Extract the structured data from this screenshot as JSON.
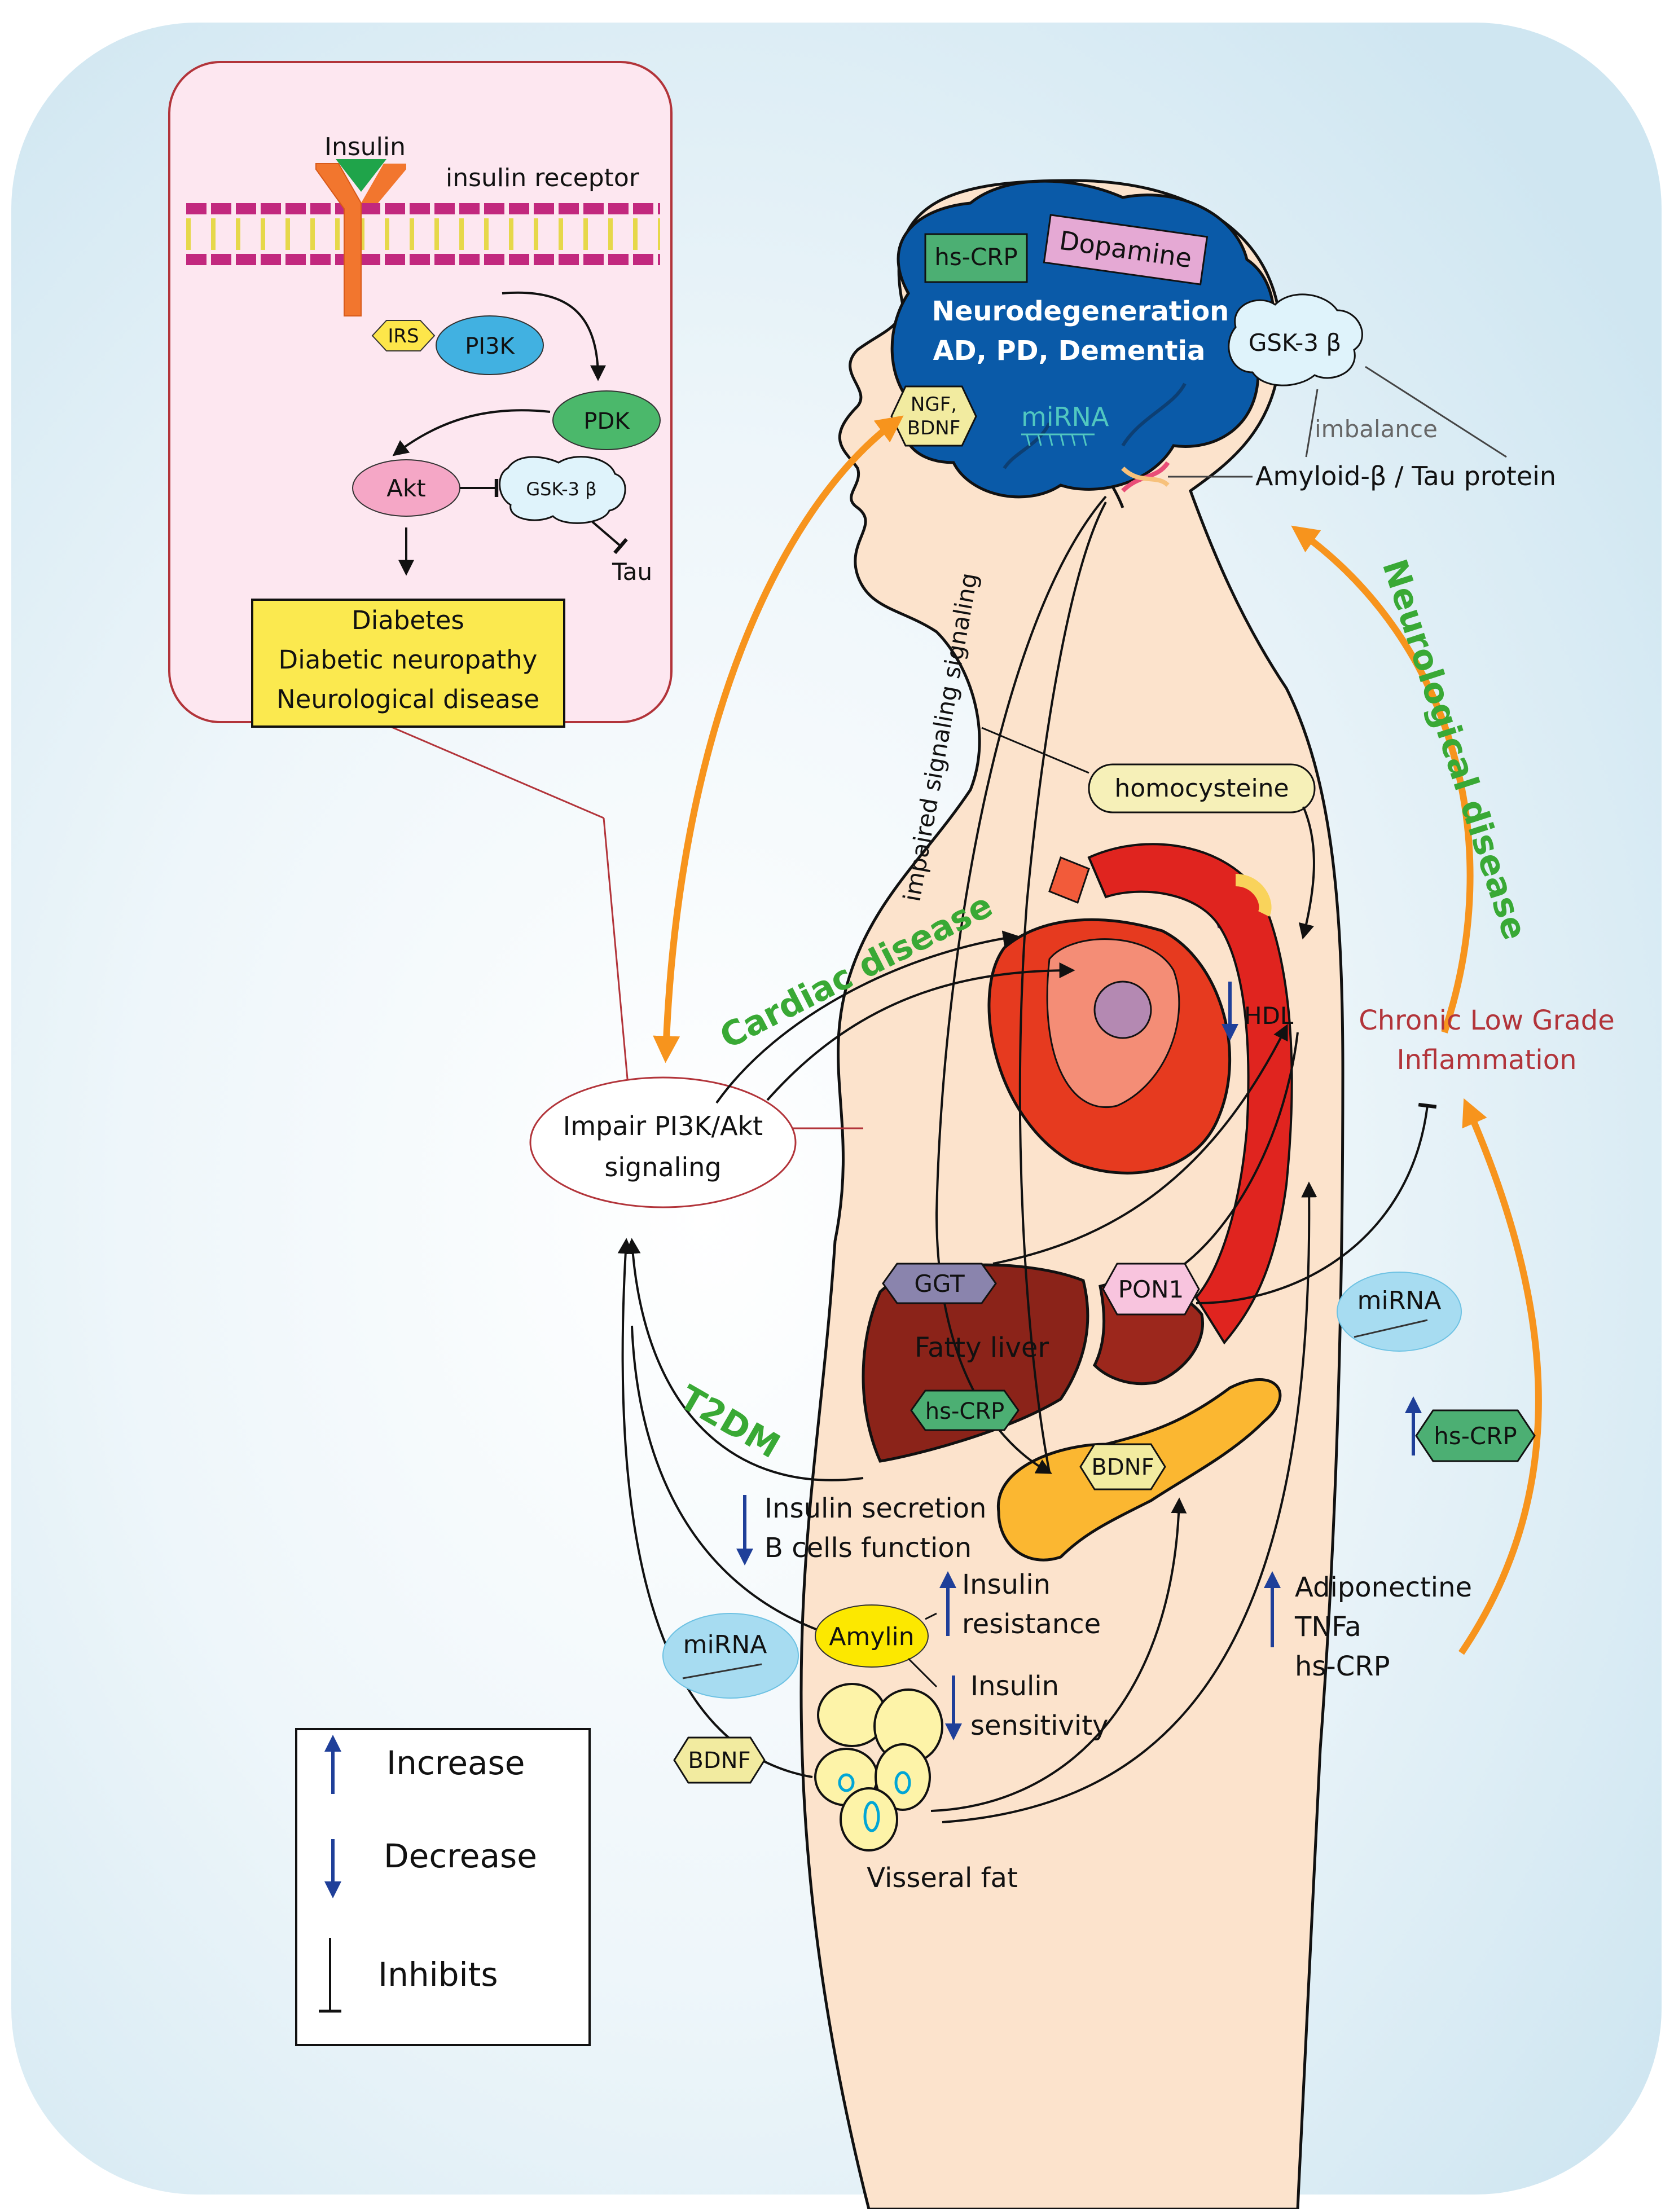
{
  "inset": {
    "insulin": "Insulin",
    "insulin_receptor": "insulin receptor",
    "irs": "IRS",
    "pi3k": "PI3K",
    "pdk": "PDK",
    "akt": "Akt",
    "gsk3b": "GSK-3 β",
    "tau": "Tau",
    "outcomes": [
      "Diabetes",
      "Diabetic neuropathy",
      "Neurological disease"
    ]
  },
  "brain": {
    "hs_crp": "hs-CRP",
    "dopamine": "Dopamine",
    "title_line1": "Neurodegeneration",
    "title_line2": "AD, PD, Dementia",
    "ngf_line1": "NGF,",
    "ngf_line2": "BDNF",
    "mirna": "miRNA",
    "gsk3b": "GSK-3 β",
    "imbalance": "imbalance",
    "amyloid": "Amyloid-β / Tau protein"
  },
  "body": {
    "impaired_signaling": "impaired signaling signaling",
    "homocysteine": "homocysteine",
    "hdl": "HDL",
    "chronic_line1": "Chronic Low Grade",
    "chronic_line2": "Inflammation",
    "impair_line1": "Impair PI3K/Akt",
    "impair_line2": "signaling",
    "cardiac_disease": "Cardiac disease",
    "neurological_disease": "Neurological disease",
    "t2dm": "T2DM",
    "ggt": "GGT",
    "pon1": "PON1",
    "fatty_liver": "Fatty liver",
    "liver_hs_crp": "hs-CRP",
    "mirna_right": "miRNA",
    "hs_crp_right": "hs-CRP",
    "pancreas_bdnf": "BDNF",
    "insulin_secretion": "Insulin secretion",
    "b_cells": "B cells function",
    "amylin": "Amylin",
    "insulin_resistance_1": "Insulin",
    "insulin_resistance_2": "resistance",
    "insulin_sensitivity_1": "Insulin",
    "insulin_sensitivity_2": "sensitivity",
    "adiponectine": "Adiponectine",
    "tnfa": "TNFa",
    "hs_crp_bottom": "hs-CRP",
    "mirna_left": "miRNA",
    "bdnf_left": "BDNF",
    "visseral_fat": "Visseral fat"
  },
  "legend": {
    "increase": "Increase",
    "decrease": "Decrease",
    "inhibits": "Inhibits"
  },
  "colors": {
    "background": "#dcedf5",
    "skin": "#fce3cc",
    "brain": "#0a5aa8",
    "orange_arrow": "#f7941d",
    "green_label": "#39a935",
    "inflammation_red": "#b2343a",
    "up_down_arrow": "#1f3f99",
    "inset_fill": "#fde7f0",
    "inset_border": "#b2343a"
  }
}
